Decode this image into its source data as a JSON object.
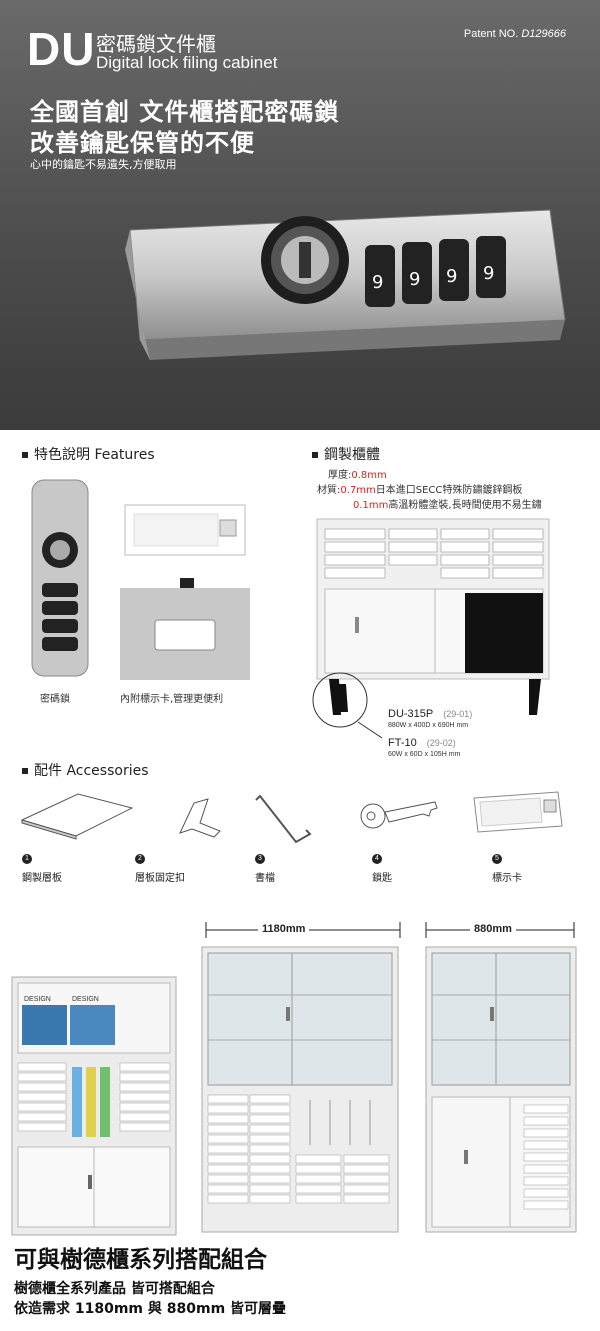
{
  "hero": {
    "brand": "DU",
    "title_cn": "密碼鎖文件櫃",
    "title_en": "Digital lock filing cabinet",
    "patent_label": "Patent NO.",
    "patent_number": "D129666",
    "headline1": "全國首創  文件櫃搭配密碼鎖",
    "headline2": "改善鑰匙保管的不便",
    "subline": "心中的鑰匙不易遺失,方便取用"
  },
  "features": {
    "title": "特色說明 Features",
    "caption_lock": "密碼鎖",
    "caption_card": "內附標示卡,管理更便利"
  },
  "steel": {
    "title": "鋼製櫃體",
    "thickness_label": "厚度:",
    "thickness_value": "0.8mm",
    "material_label": "材質:",
    "material_value_red": "0.7mm",
    "material_value_rest": "日本進口SECC特殊防鏽鍍鋅鋼板",
    "coating_red": "0.1mm",
    "coating_rest": "高溫粉體塗裝,長時間使用不易生鏽",
    "model1": "DU-315P",
    "model1_code": "(29-01)",
    "model1_dim": "880W x 400D x 690H mm",
    "model2": "FT-10",
    "model2_code": "(29-02)",
    "model2_dim": "60W x 60D x 105H mm"
  },
  "accessories": {
    "title": "配件 Accessories",
    "items": [
      {
        "num": "1",
        "label": "鋼製層板"
      },
      {
        "num": "2",
        "label": "層板固定扣"
      },
      {
        "num": "3",
        "label": "書檔"
      },
      {
        "num": "4",
        "label": "鎖匙"
      },
      {
        "num": "5",
        "label": "標示卡"
      }
    ]
  },
  "combo": {
    "width1": "1180mm",
    "width2": "880mm",
    "title": "可與樹德櫃系列搭配組合",
    "line1": "樹德櫃全系列產品 皆可搭配組合",
    "line2": "依造需求 1180mm 與 880mm 皆可層疊",
    "poster_text": "DESIGN"
  },
  "colors": {
    "accent_red": "#d8231f",
    "hero_bg": "#555555"
  }
}
